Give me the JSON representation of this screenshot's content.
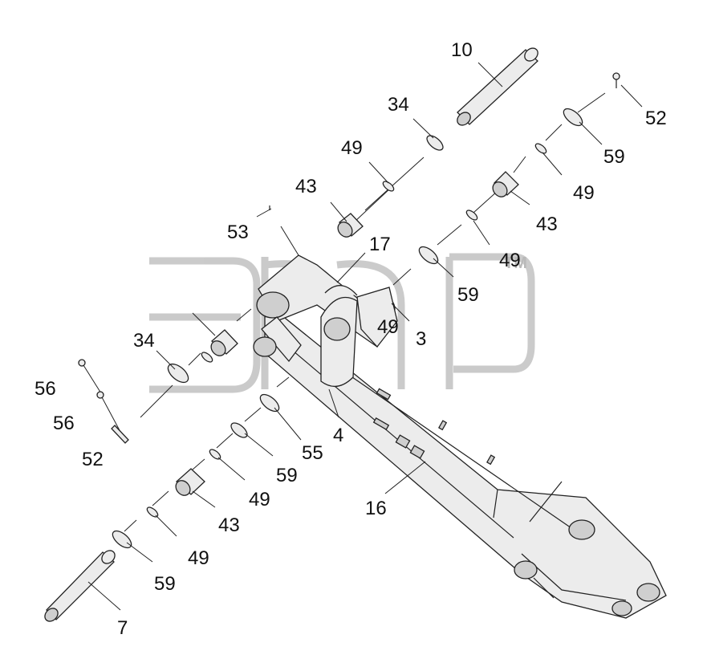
{
  "watermark": {
    "text": "TM",
    "color": "#b9b9b9"
  },
  "callouts": [
    "10",
    "34",
    "52",
    "49",
    "59",
    "43",
    "49",
    "49",
    "53",
    "17",
    "43",
    "49",
    "59",
    "34",
    "3",
    "56",
    "56",
    "52",
    "4",
    "55",
    "59",
    "49",
    "16",
    "43",
    "49",
    "59",
    "7"
  ],
  "colors": {
    "line": "#222222",
    "fill": "#ececec",
    "watermark": "#b9b9b9"
  }
}
